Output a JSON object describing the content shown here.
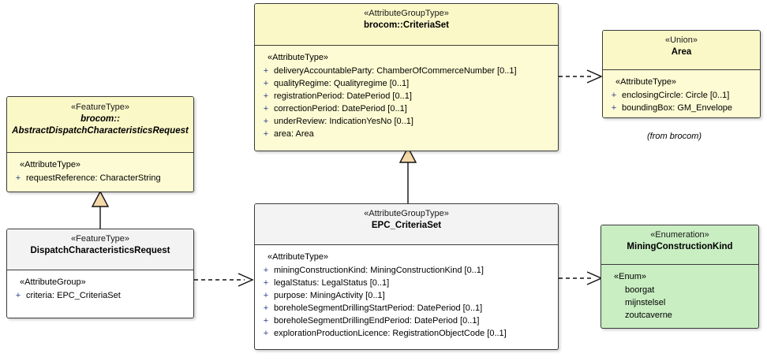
{
  "diagram": {
    "title": "UML class diagram - EPC CriteriaSet",
    "background": "#ffffff",
    "colors": {
      "yellow_fill": "#fdfbd3",
      "white_fill": "#ffffff",
      "grey_header": "#f3f3f3",
      "green_fill": "#c9eec2",
      "border": "#3b3b3b",
      "visibility_plus": "#2b3f8c",
      "generalization_triangle_fill": "#f5d9a8"
    }
  },
  "classes": {
    "criteria_set": {
      "stereotype": "«AttributeGroupType»",
      "name": "brocom::CriteriaSet",
      "group_stereotype": "«AttributeType»",
      "attributes": [
        {
          "vis": "+",
          "text": "deliveryAccountableParty: ChamberOfCommerceNumber [0..1]"
        },
        {
          "vis": "+",
          "text": "qualityRegime: Qualityregime [0..1]"
        },
        {
          "vis": "+",
          "text": "registrationPeriod: DatePeriod [0..1]"
        },
        {
          "vis": "+",
          "text": "correctionPeriod: DatePeriod [0..1]"
        },
        {
          "vis": "+",
          "text": "underReview: IndicationYesNo [0..1]"
        },
        {
          "vis": "+",
          "text": "area: Area"
        }
      ]
    },
    "area": {
      "stereotype": "«Union»",
      "name": "Area",
      "group_stereotype": "«AttributeType»",
      "attributes": [
        {
          "vis": "+",
          "text": "enclosingCircle: Circle [0..1]"
        },
        {
          "vis": "+",
          "text": "boundingBox: GM_Envelope"
        }
      ],
      "package_note": "(from brocom)"
    },
    "abstract_dispatch": {
      "stereotype": "«FeatureType»",
      "name_line1": "brocom::",
      "name_line2": "AbstractDispatchCharacteristicsRequest",
      "group_stereotype": "«AttributeType»",
      "attributes": [
        {
          "vis": "+",
          "text": "requestReference: CharacterString"
        }
      ]
    },
    "dispatch_request": {
      "stereotype": "«FeatureType»",
      "name": "DispatchCharacteristicsRequest",
      "group_stereotype": "«AttributeGroup»",
      "attributes": [
        {
          "vis": "+",
          "text": "criteria: EPC_CriteriaSet"
        }
      ]
    },
    "epc_criteria_set": {
      "stereotype": "«AttributeGroupType»",
      "name": "EPC_CriteriaSet",
      "group_stereotype": "«AttributeType»",
      "attributes": [
        {
          "vis": "+",
          "text": "miningConstructionKind: MiningConstructionKind [0..1]"
        },
        {
          "vis": "+",
          "text": "legalStatus: LegalStatus [0..1]"
        },
        {
          "vis": "+",
          "text": "purpose: MiningActivity [0..1]"
        },
        {
          "vis": "+",
          "text": "boreholeSegmentDrillingStartPeriod: DatePeriod [0..1]"
        },
        {
          "vis": "+",
          "text": "boreholeSegmentDrillingEndPeriod: DatePeriod [0..1]"
        },
        {
          "vis": "+",
          "text": "explorationProductionLicence: RegistrationObjectCode [0..1]"
        }
      ]
    },
    "mining_construction_kind": {
      "stereotype": "«Enumeration»",
      "name": "MiningConstructionKind",
      "group_stereotype": "«Enum»",
      "literals": [
        "boorgat",
        "mijnstelsel",
        "zoutcaverne"
      ]
    }
  },
  "connectors": [
    {
      "name": "criteriaset-to-area",
      "kind": "dependency",
      "style": "dashed-open-arrow",
      "from": "brocom::CriteriaSet",
      "to": "Area"
    },
    {
      "name": "epc-criteriaset-to-criteriaset",
      "kind": "generalization",
      "style": "solid-closed-triangle",
      "from": "EPC_CriteriaSet",
      "to": "brocom::CriteriaSet"
    },
    {
      "name": "dispatchrequest-to-abstractdispatch",
      "kind": "generalization",
      "style": "solid-closed-triangle",
      "from": "DispatchCharacteristicsRequest",
      "to": "brocom::AbstractDispatchCharacteristicsRequest"
    },
    {
      "name": "dispatchrequest-to-epc-criteriaset",
      "kind": "dependency",
      "style": "dashed-open-arrow",
      "from": "DispatchCharacteristicsRequest",
      "to": "EPC_CriteriaSet"
    },
    {
      "name": "epc-criteriaset-to-miningconstructionkind",
      "kind": "dependency",
      "style": "dashed-open-arrow",
      "from": "EPC_CriteriaSet",
      "to": "MiningConstructionKind"
    }
  ]
}
